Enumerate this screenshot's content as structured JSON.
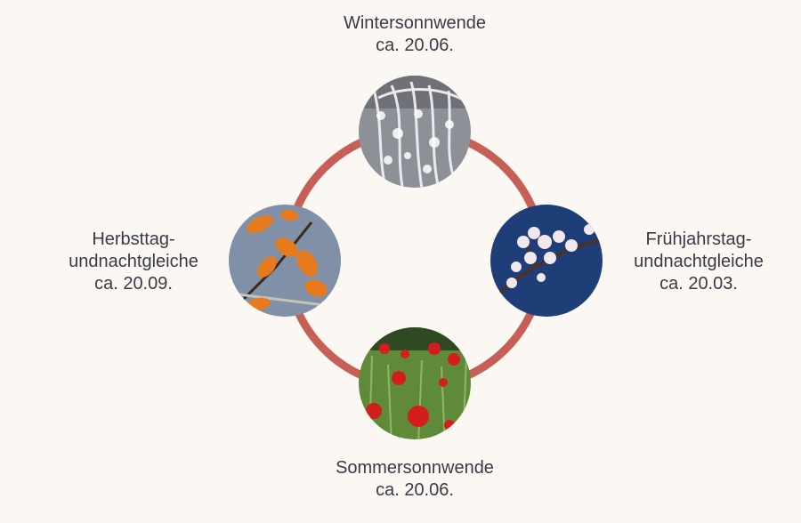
{
  "diagram": {
    "ring_color": "#c65f55",
    "nodes": {
      "top": {
        "name": "Wintersonnwende",
        "date": "ca. 20.06.",
        "image": "frosted-branches"
      },
      "right": {
        "name_line1": "Frühjahrstag-",
        "name_line2": "undnachtgleiche",
        "date": "ca. 20.03.",
        "image": "cherry-blossoms"
      },
      "bottom": {
        "name": "Sommersonnwende",
        "date": "ca. 20.06.",
        "image": "poppy-field"
      },
      "left": {
        "name_line1": "Herbsttag-",
        "name_line2": "undnachtgleiche",
        "date": "ca. 20.09.",
        "image": "autumn-leaves"
      }
    }
  }
}
